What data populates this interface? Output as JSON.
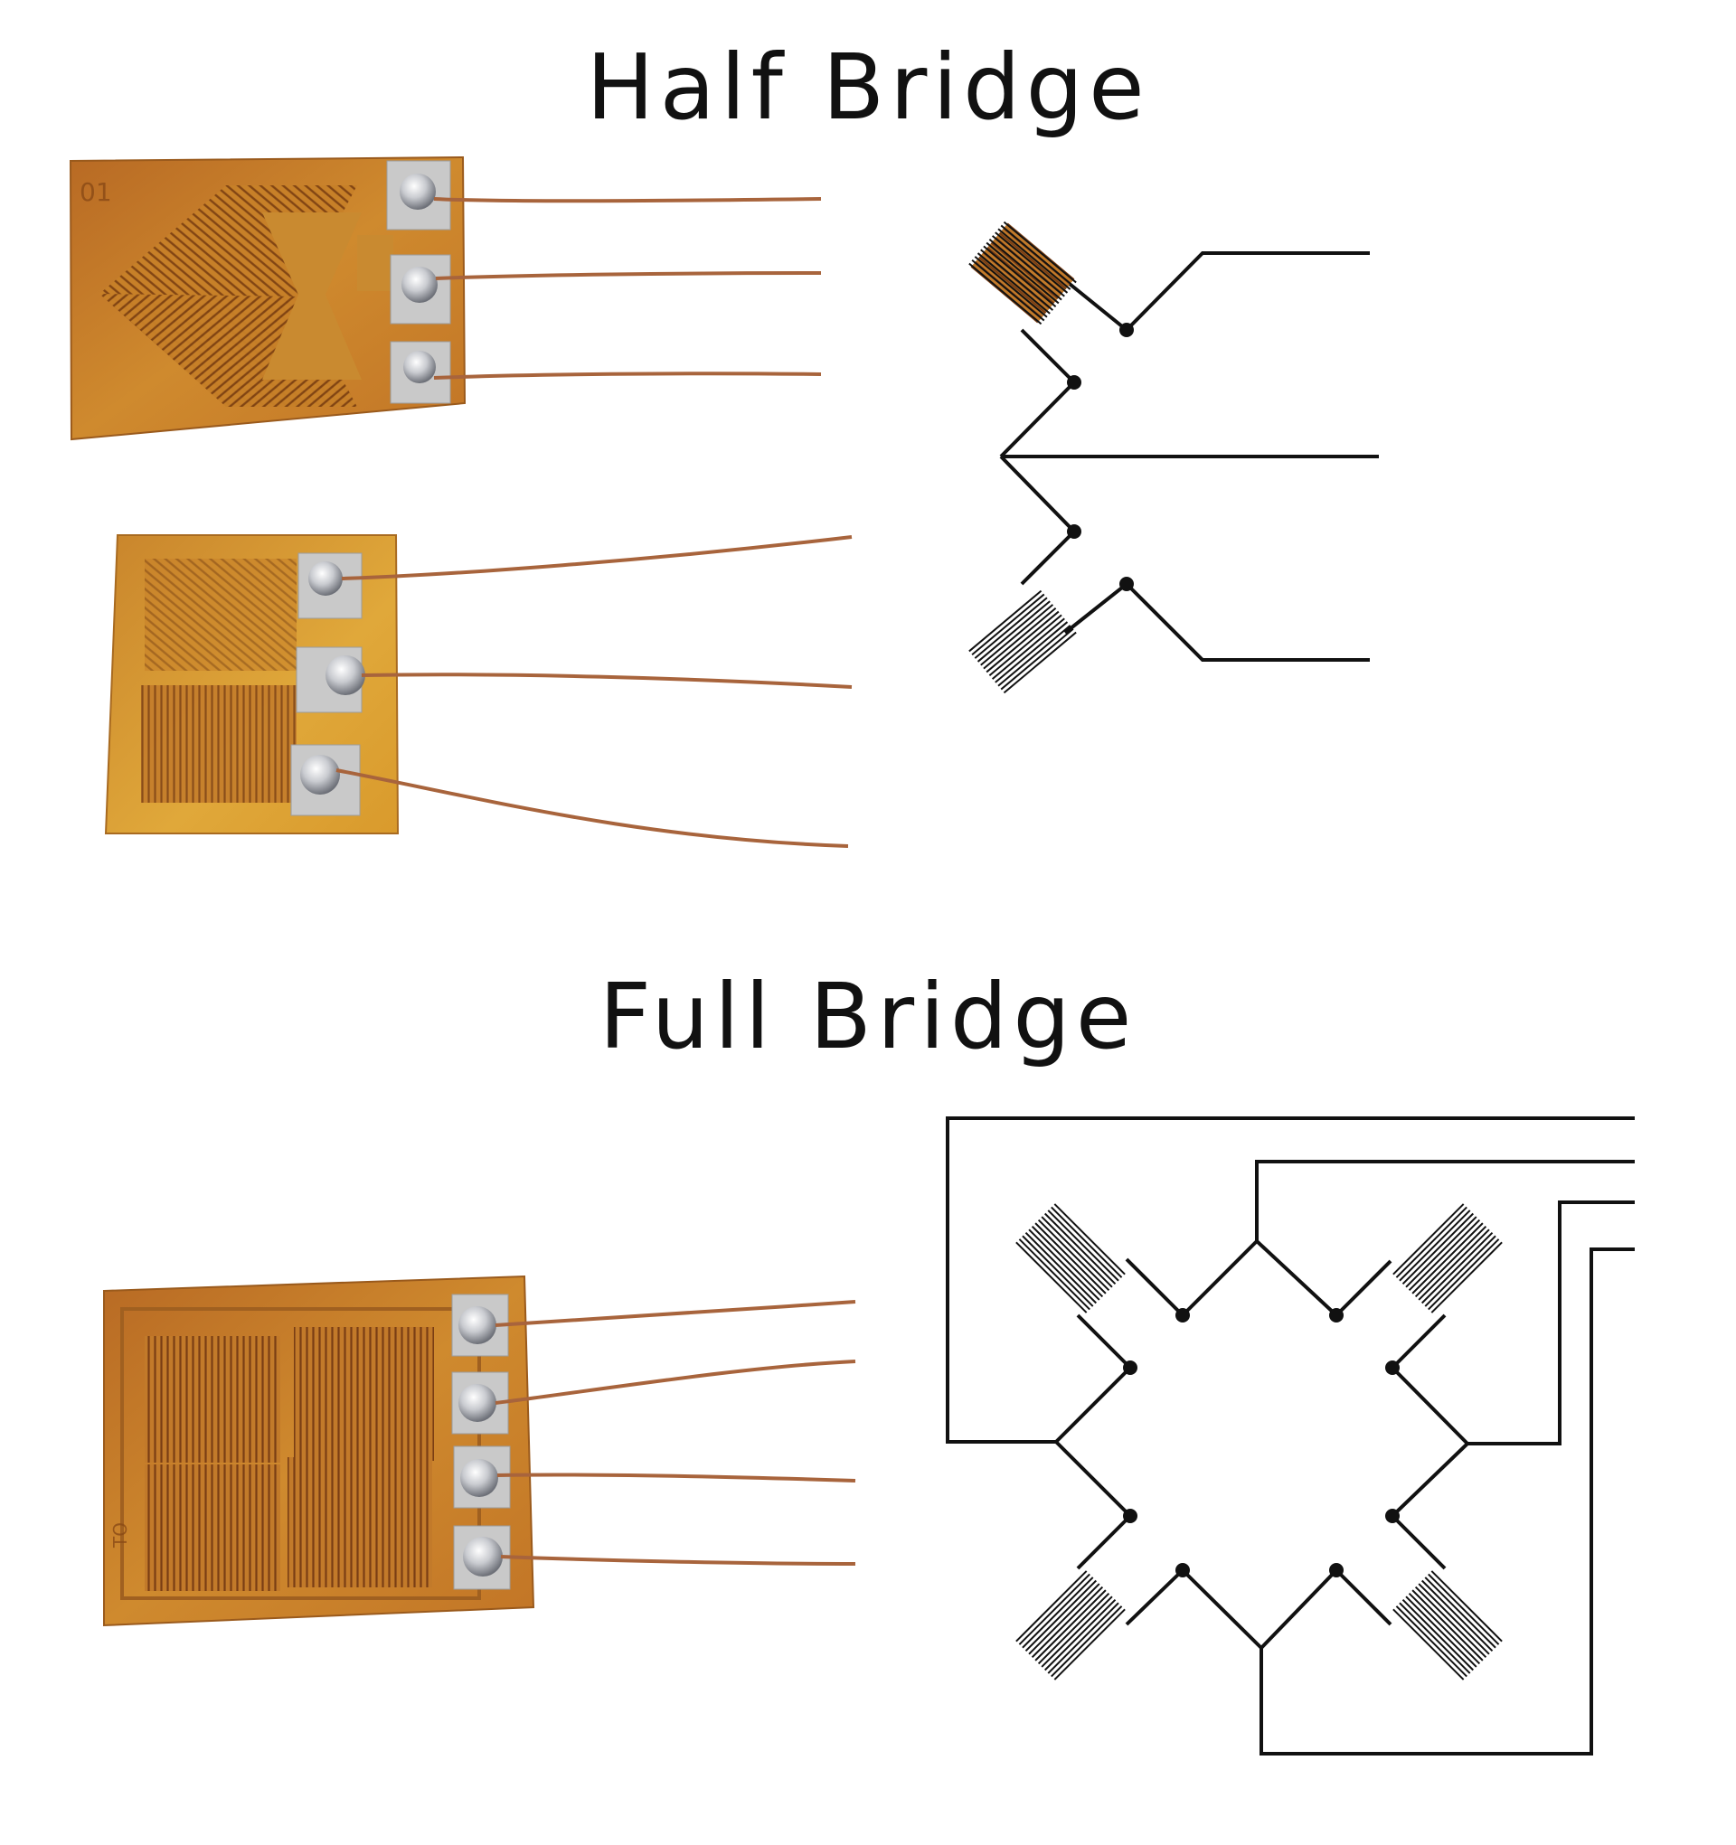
{
  "titles": {
    "half_bridge": "Half Bridge",
    "full_bridge": "Full Bridge"
  },
  "colors": {
    "background": "#ffffff",
    "line": "#111111",
    "kapton_light": "#d99a2c",
    "kapton_dark": "#b46a22",
    "pad": "#c8c8c8",
    "solder": "#e8e8ec",
    "wire": "#a8643c"
  },
  "photos": {
    "chevron_gauge_label": "01",
    "full_bridge_gauge_label": "TO"
  }
}
